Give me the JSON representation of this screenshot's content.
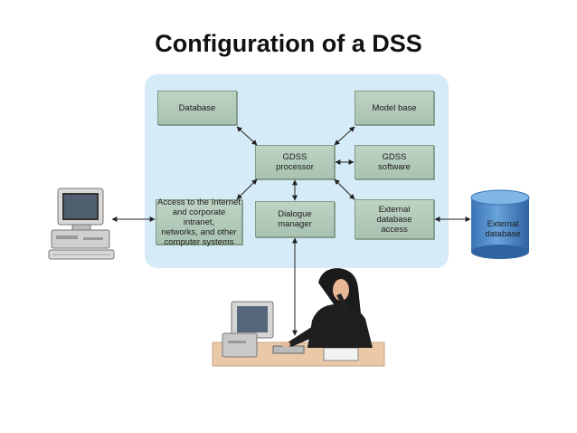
{
  "title": "Configuration of a DSS",
  "boxes": {
    "database": "Database",
    "model_base": "Model base",
    "gdss_processor": "GDSS\nprocessor",
    "gdss_software": "GDSS\nsoftware",
    "access": "Access to the Internet\nand corporate intranet,\nnetworks, and other\ncomputer systems",
    "dialogue": "Dialogue\nmanager",
    "external_access": "External\ndatabase\naccess"
  },
  "external_database": "External\ndatabase",
  "colors": {
    "panel": "#d5ebf7",
    "box": "#b3cbba",
    "cylinder": "#4a86c5"
  }
}
